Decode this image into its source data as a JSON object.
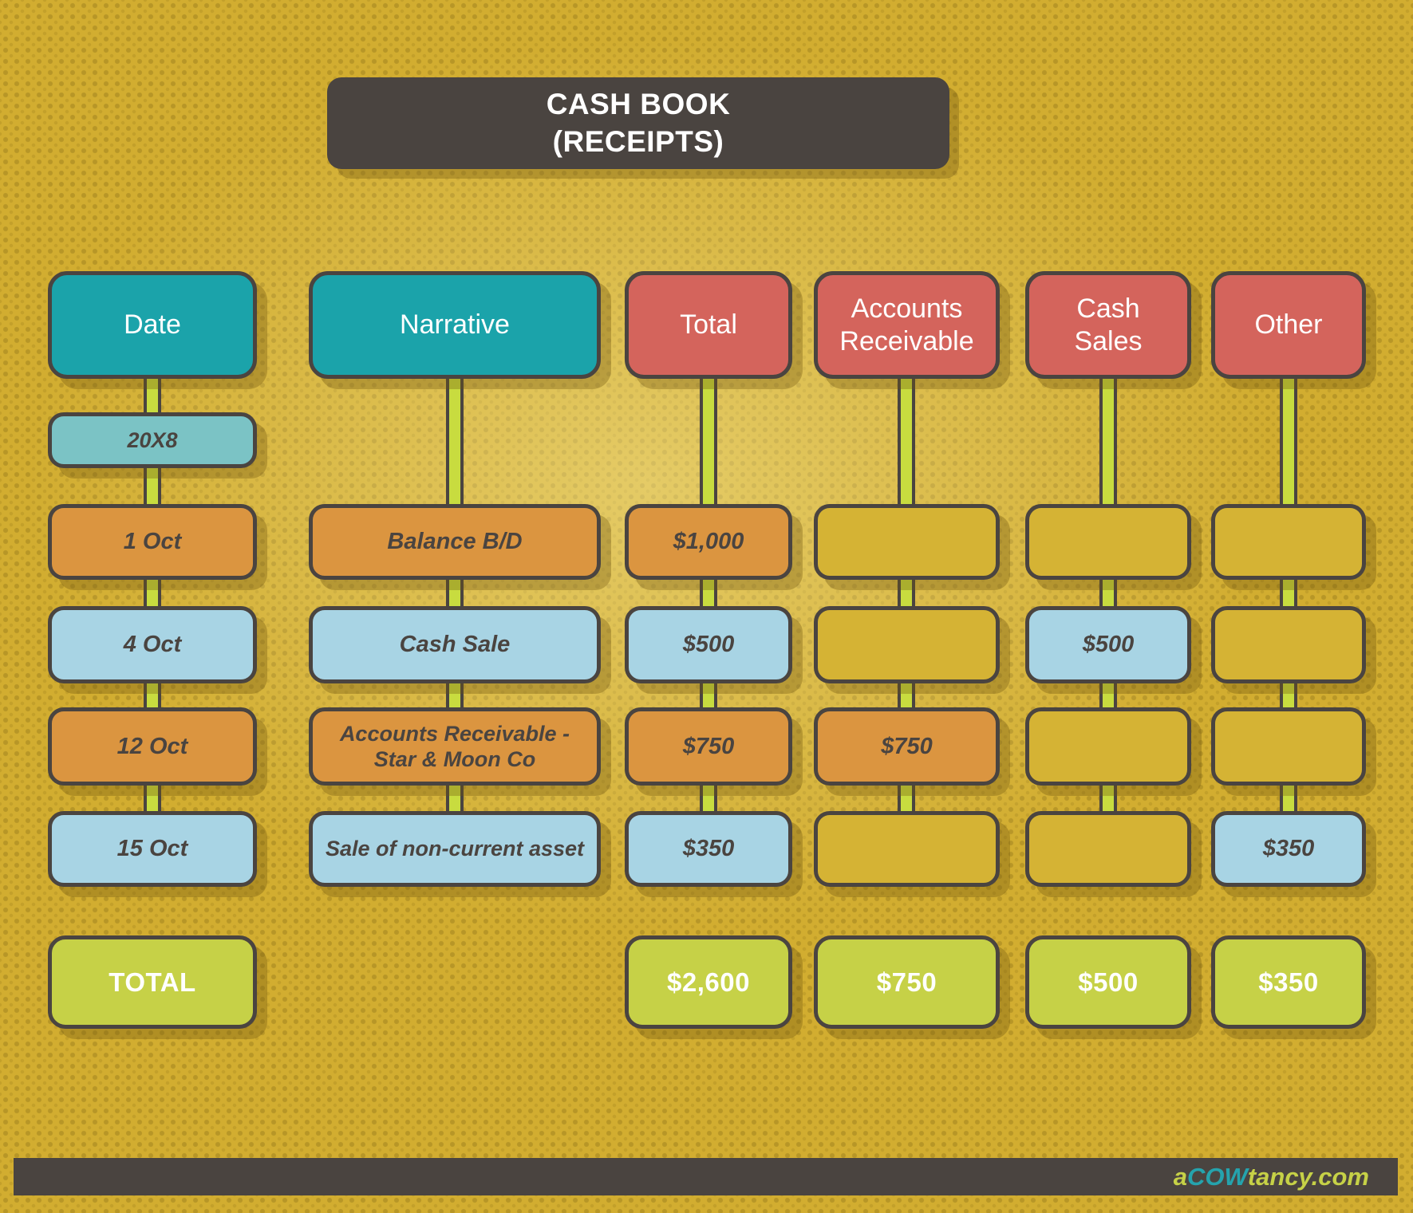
{
  "title": {
    "line1": "CASH BOOK",
    "line2": "(RECEIPTS)"
  },
  "columns": [
    {
      "id": "date",
      "label": "Date"
    },
    {
      "id": "narrative",
      "label": "Narrative"
    },
    {
      "id": "total",
      "label": "Total"
    },
    {
      "id": "accounts_receivable",
      "label": "Accounts Receivable"
    },
    {
      "id": "cash_sales",
      "label": "Cash Sales"
    },
    {
      "id": "other",
      "label": "Other"
    }
  ],
  "year_label": "20X8",
  "rows": [
    {
      "date": "1 Oct",
      "narrative": "Balance B/D",
      "total": "$1,000",
      "accounts_receivable": "",
      "cash_sales": "",
      "other": ""
    },
    {
      "date": "4 Oct",
      "narrative": "Cash Sale",
      "total": "$500",
      "accounts_receivable": "",
      "cash_sales": "$500",
      "other": ""
    },
    {
      "date": "12 Oct",
      "narrative": "Accounts Receivable - Star & Moon Co",
      "total": "$750",
      "accounts_receivable": "$750",
      "cash_sales": "",
      "other": ""
    },
    {
      "date": "15 Oct",
      "narrative": "Sale of non-current asset",
      "total": "$350",
      "accounts_receivable": "",
      "cash_sales": "",
      "other": "$350"
    }
  ],
  "totals": {
    "label": "TOTAL",
    "total": "$2,600",
    "accounts_receivable": "$750",
    "cash_sales": "$500",
    "other": "$350"
  },
  "footer": {
    "brand_a": "a",
    "brand_cow": "COW",
    "brand_rest": "tancy.com"
  },
  "colors": {
    "background": "#d2ad30",
    "dark": "#4a4440",
    "teal_header": "#1ba3aa",
    "light_teal": "#7bc3c5",
    "red_header": "#d4645c",
    "orange_cell": "#db9540",
    "blue_cell": "#a8d4e4",
    "gold_empty_cell": "#d5b334",
    "lime_total": "#c6d147",
    "connector_lime": "#c8dc3f",
    "brand_teal": "#25a3ad"
  }
}
